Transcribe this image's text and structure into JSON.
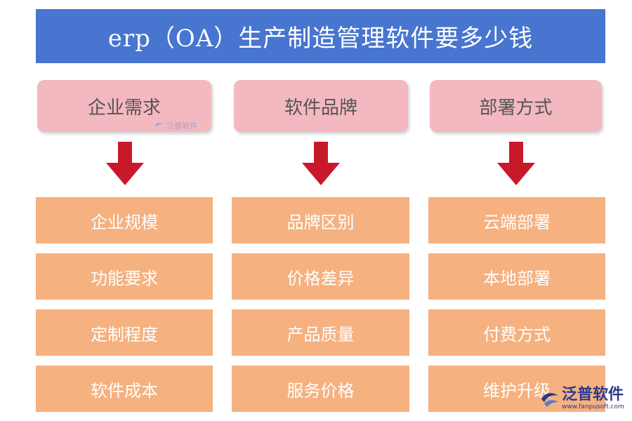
{
  "title": "erp（OA）生产制造管理软件要多少钱",
  "colors": {
    "title_bg": "#4775cf",
    "category_bg": "#f4b8c0",
    "item_bg": "#f5b180",
    "arrow": "#c8192b"
  },
  "columns": [
    {
      "header": "企业需求",
      "items": [
        "企业规模",
        "功能要求",
        "定制程度",
        "软件成本"
      ]
    },
    {
      "header": "软件品牌",
      "items": [
        "品牌区别",
        "价格差异",
        "产品质量",
        "服务价格"
      ]
    },
    {
      "header": "部署方式",
      "items": [
        "云端部署",
        "本地部署",
        "付费方式",
        "维护升级"
      ]
    }
  ],
  "watermark": {
    "name": "泛普软件",
    "url": "www.fanpusoft.com",
    "icon": "fanpu-logo-icon"
  }
}
